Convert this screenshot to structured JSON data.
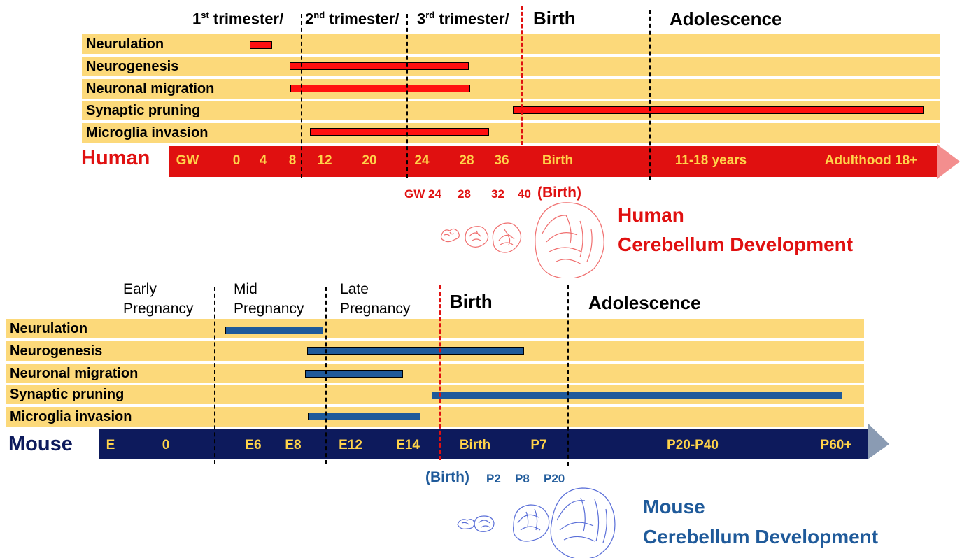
{
  "human": {
    "species_label": "Human",
    "phases": [
      {
        "label": "1",
        "sup": "st",
        "rest": " trimester/"
      },
      {
        "label": "2",
        "sup": "nd",
        "rest": " trimester/"
      },
      {
        "label": "3",
        "sup": "rd",
        "rest": " trimester/"
      }
    ],
    "birth_header": "Birth",
    "adolescence_header": "Adolescence",
    "processes": [
      "Neurulation",
      "Neurogenesis",
      "Neuronal migration",
      "Synaptic pruning",
      "Microglia invasion"
    ],
    "axis_ticks": [
      "GW",
      "0",
      "4",
      "8",
      "12",
      "20",
      "24",
      "28",
      "36",
      "Birth",
      "11-18 years",
      "Adulthood 18+"
    ],
    "stage_labels": [
      "GW 24",
      "28",
      "32",
      "40",
      "(Birth)"
    ],
    "cerebellum_title_line1": "Human",
    "cerebellum_title_line2": "Cerebellum Development",
    "color": "#e01010",
    "arrow_color": "#f38e8e"
  },
  "mouse": {
    "species_label": "Mouse",
    "phase_headers": [
      {
        "line1": "Early",
        "line2": "Pregnancy"
      },
      {
        "line1": "Mid",
        "line2": "Pregnancy"
      },
      {
        "line1": "Late",
        "line2": "Pregnancy"
      }
    ],
    "birth_header": "Birth",
    "adolescence_header": "Adolescence",
    "processes": [
      "Neurulation",
      "Neurogenesis",
      "Neuronal migration",
      "Synaptic pruning",
      "Microglia invasion"
    ],
    "axis_ticks": [
      "E",
      "0",
      "E6",
      "E8",
      "E12",
      "E14",
      "Birth",
      "P7",
      "P20-P40",
      "P60+"
    ],
    "stage_labels": [
      "(Birth)",
      "P2",
      "P8",
      "P20"
    ],
    "cerebellum_title_line1": "Mouse",
    "cerebellum_title_line2": "Cerebellum Development",
    "color": "#1f5a9a",
    "axis_color": "#0d1a5c",
    "arrow_color": "#8a9bb3"
  },
  "colors": {
    "lane_fill": "#fcd97a",
    "tick_text": "#ffd34a",
    "human_bar": "#ff1010",
    "mouse_bar": "#1f5a9a"
  }
}
